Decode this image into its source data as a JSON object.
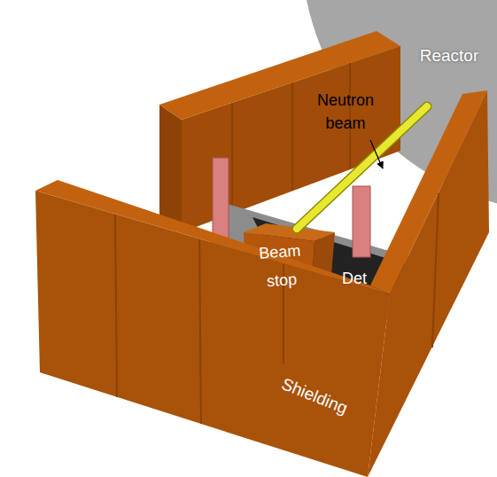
{
  "diagram": {
    "labels": [
      "Reactor",
      "Neutron beam",
      "Beam stop",
      "Det",
      "Shielding"
    ]
  }
}
